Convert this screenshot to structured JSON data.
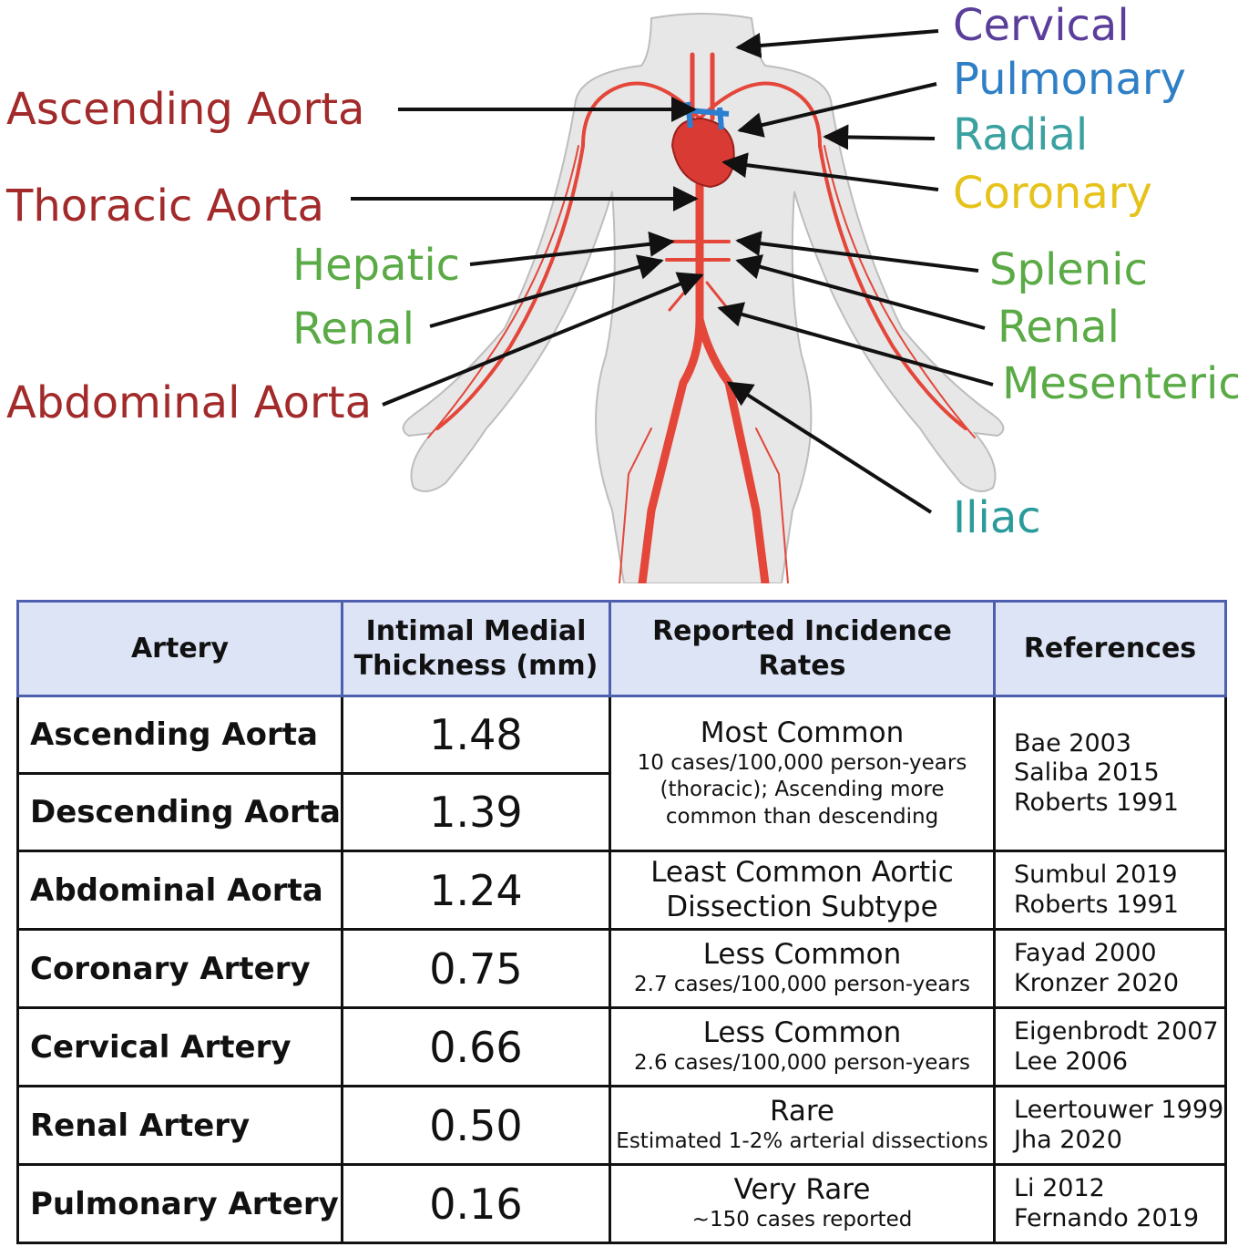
{
  "labels": {
    "ascending_aorta": "Ascending Aorta",
    "thoracic_aorta": "Thoracic Aorta",
    "hepatic": "Hepatic",
    "renal_left": "Renal",
    "abdominal_aorta": "Abdominal Aorta",
    "cervical": "Cervical",
    "pulmonary": "Pulmonary",
    "radial": "Radial",
    "coronary": "Coronary",
    "splenic": "Splenic",
    "renal_right": "Renal",
    "mesenteric": "Mesenteric",
    "iliac": "Iliac"
  },
  "colors": {
    "aorta_label": "#a32a2a",
    "green_label": "#5aaa46",
    "cervical": "#5b3e9a",
    "pulmonary": "#2f7fc6",
    "radial": "#3aa0a0",
    "coronary": "#e6c21b",
    "iliac": "#2a9a9a",
    "artery": "#e4463a",
    "heart": "#d93a34",
    "vein": "#2a7fd0",
    "body": "#e6e6e6",
    "table_header_bg": "#dde4f6",
    "table_header_border": "#4f5fb0"
  },
  "table": {
    "headers": {
      "artery": "Artery",
      "imt_line1": "Intimal Medial",
      "imt_line2": "Thickness (mm)",
      "incidence": "Reported Incidence Rates",
      "references": "References"
    },
    "rows": [
      {
        "artery": "Ascending Aorta",
        "imt": "1.48"
      },
      {
        "artery": "Descending Aorta",
        "imt": "1.39"
      },
      {
        "artery": "Abdominal Aorta",
        "imt": "1.24"
      },
      {
        "artery": "Coronary Artery",
        "imt": "0.75"
      },
      {
        "artery": "Cervical Artery",
        "imt": "0.66"
      },
      {
        "artery": "Renal Artery",
        "imt": "0.50"
      },
      {
        "artery": "Pulmonary Artery",
        "imt": "0.16"
      }
    ],
    "incidence": [
      {
        "main": "Most Common",
        "sub1": "10 cases/100,000 person-years",
        "sub2": "(thoracic); Ascending more",
        "sub3": "common than descending"
      },
      {
        "main1": "Least Common Aortic",
        "main2": "Dissection Subtype"
      },
      {
        "main": "Less Common",
        "sub": "2.7 cases/100,000 person-years"
      },
      {
        "main": "Less Common",
        "sub": "2.6 cases/100,000 person-years"
      },
      {
        "main": "Rare",
        "sub": "Estimated 1-2% arterial dissections"
      },
      {
        "main": "Very Rare",
        "sub": "~150 cases reported"
      }
    ],
    "references": [
      [
        "Bae 2003",
        "Saliba 2015",
        "Roberts 1991"
      ],
      [
        "Sumbul 2019",
        "Roberts 1991"
      ],
      [
        "Fayad 2000",
        "Kronzer 2020"
      ],
      [
        "Eigenbrodt 2007",
        "Lee 2006"
      ],
      [
        "Leertouwer 1999",
        "Jha 2020"
      ],
      [
        "Li 2012",
        "Fernando 2019"
      ]
    ]
  }
}
